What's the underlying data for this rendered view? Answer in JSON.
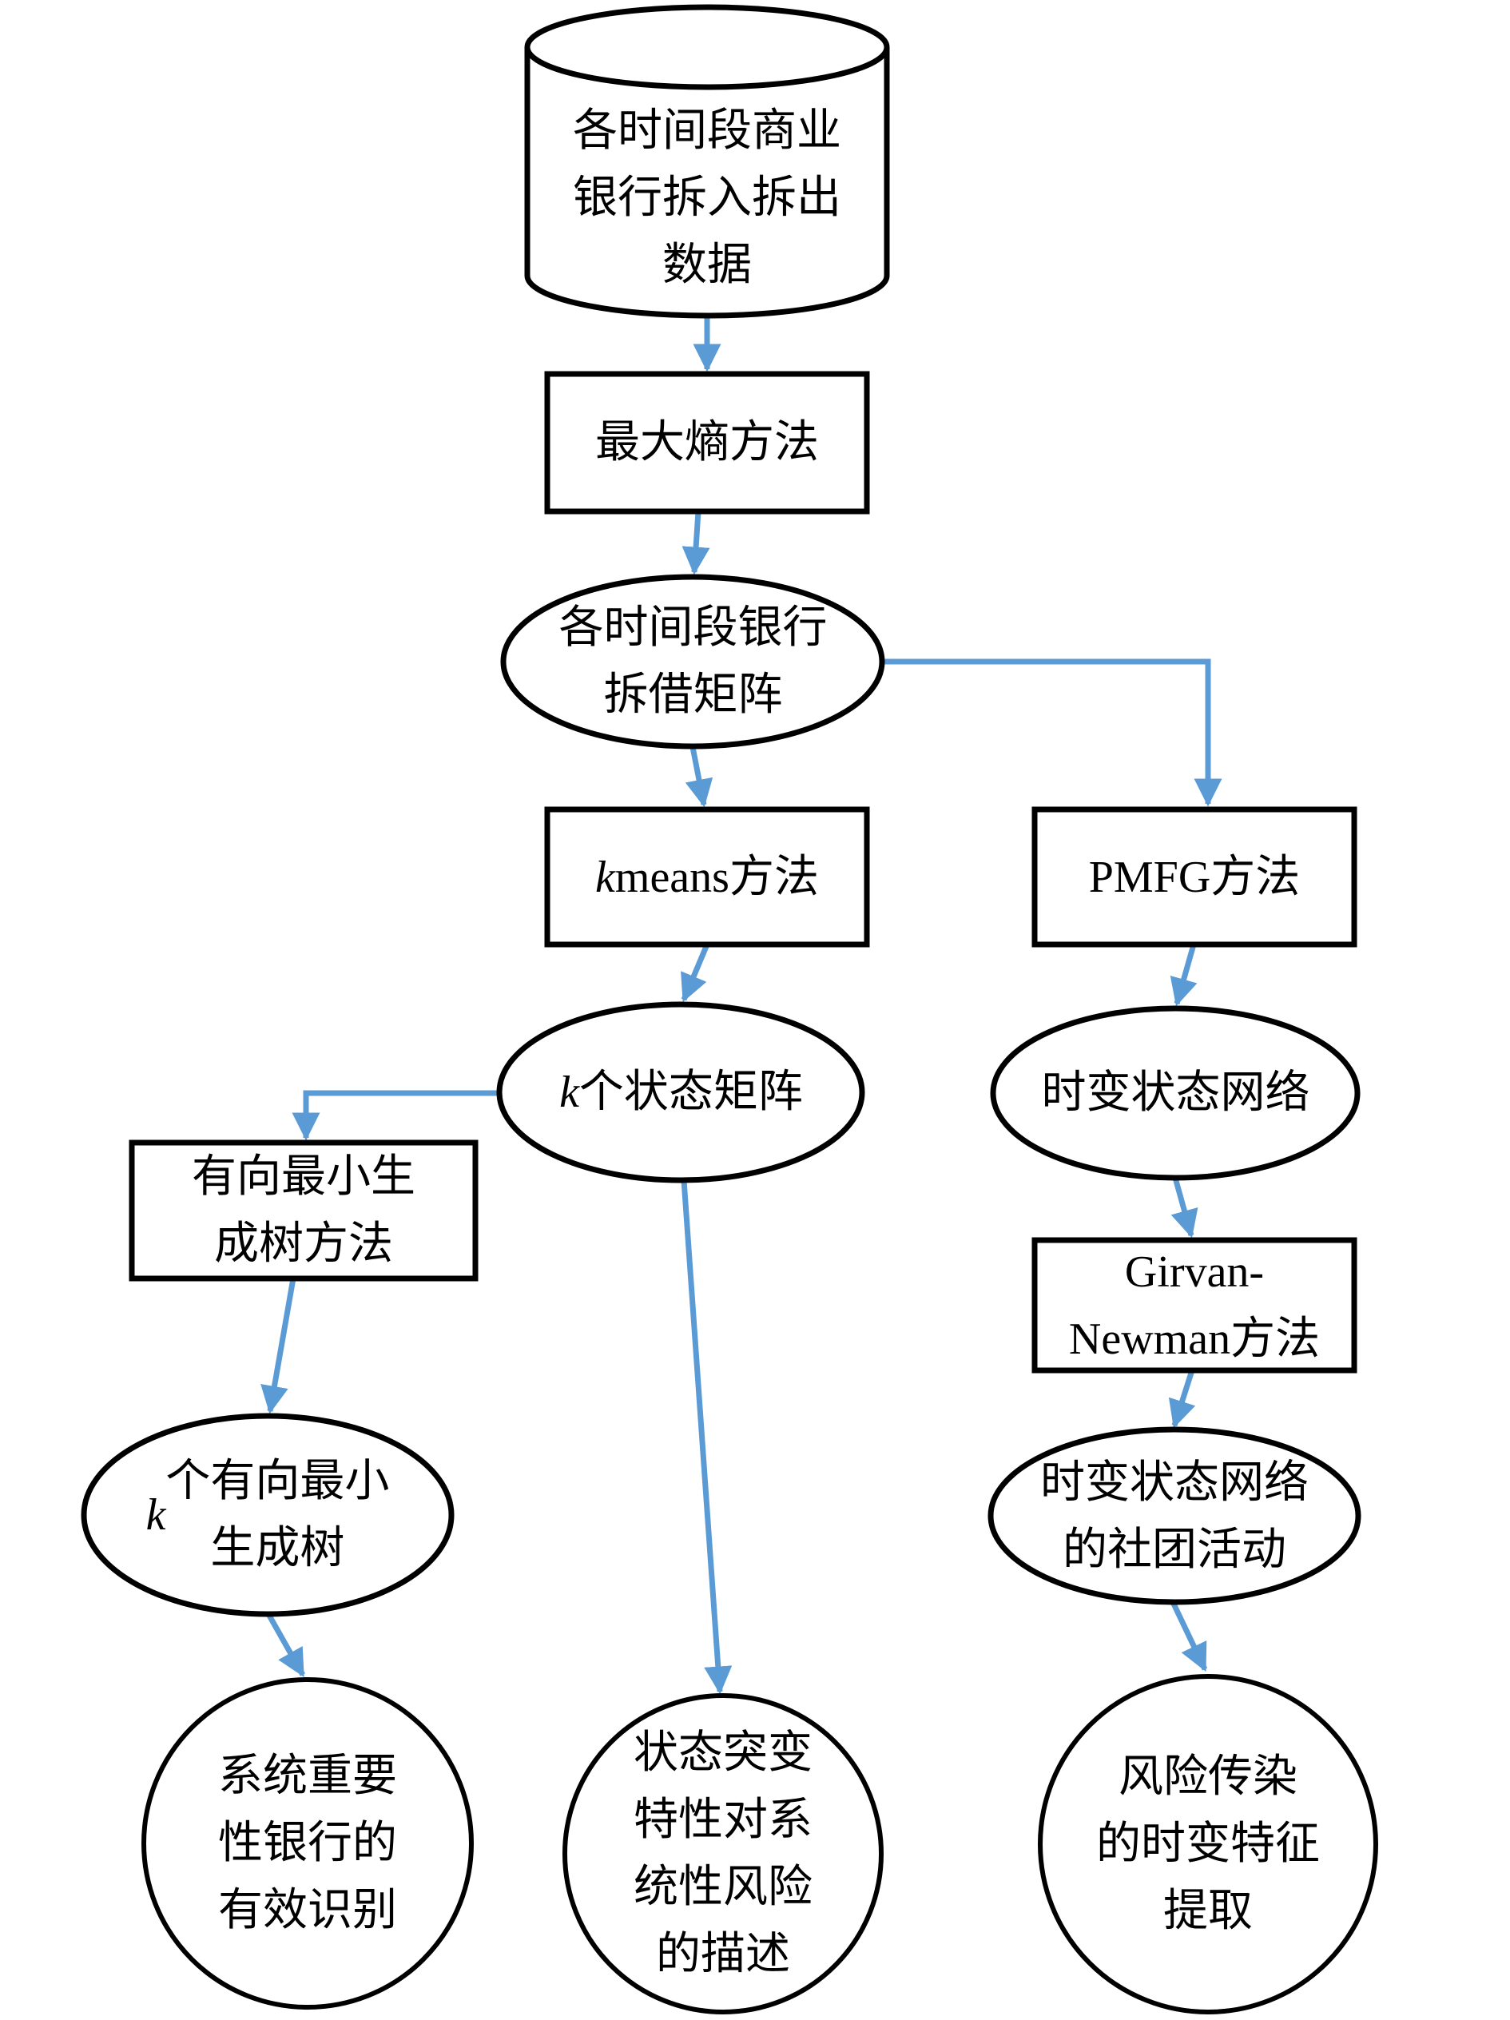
{
  "diagram": {
    "accent_color": "#5B9BD5",
    "shape_stroke_color": "#000000",
    "nodes": {
      "source_db": {
        "shape": "cylinder",
        "label": "各时间段商业\n银行拆入拆出\n数据"
      },
      "max_entropy": {
        "shape": "rect",
        "label": "最大熵方法"
      },
      "interbank_matrix": {
        "shape": "ellipse",
        "label": "各时间段银行\n拆借矩阵"
      },
      "kmeans": {
        "shape": "rect",
        "prefix": "k",
        "rest": " means方法"
      },
      "pmfg": {
        "shape": "rect",
        "label": "PMFG方法"
      },
      "state_matrices": {
        "shape": "ellipse",
        "prefix": "k",
        "rest": "个状态矩阵"
      },
      "tv_network": {
        "shape": "ellipse",
        "label": "时变状态网络"
      },
      "dmst_method": {
        "shape": "rect",
        "label": "有向最小生\n成树方法"
      },
      "girvan_newman": {
        "shape": "rect",
        "label": "Girvan-\nNewman方法"
      },
      "dmst_trees": {
        "shape": "ellipse",
        "prefix": "k",
        "rest": "个有向最小\n生成树"
      },
      "community": {
        "shape": "ellipse",
        "label": "时变状态网络\n的社团活动"
      },
      "sib_identify": {
        "shape": "circle",
        "label": "系统重要\n性银行的\n有效识别"
      },
      "mutation_desc": {
        "shape": "circle",
        "label": "状态突变\n特性对系\n统性风险\n的描述"
      },
      "contagion": {
        "shape": "circle",
        "label": "风险传染\n的时变特征\n提取"
      }
    },
    "edges": [
      {
        "from": "source_db",
        "to": "max_entropy"
      },
      {
        "from": "max_entropy",
        "to": "interbank_matrix"
      },
      {
        "from": "interbank_matrix",
        "to": "kmeans"
      },
      {
        "from": "interbank_matrix",
        "to": "pmfg"
      },
      {
        "from": "kmeans",
        "to": "state_matrices"
      },
      {
        "from": "pmfg",
        "to": "tv_network"
      },
      {
        "from": "state_matrices",
        "to": "dmst_method"
      },
      {
        "from": "state_matrices",
        "to": "mutation_desc"
      },
      {
        "from": "tv_network",
        "to": "girvan_newman"
      },
      {
        "from": "dmst_method",
        "to": "dmst_trees"
      },
      {
        "from": "girvan_newman",
        "to": "community"
      },
      {
        "from": "dmst_trees",
        "to": "sib_identify"
      },
      {
        "from": "community",
        "to": "contagion"
      }
    ]
  }
}
